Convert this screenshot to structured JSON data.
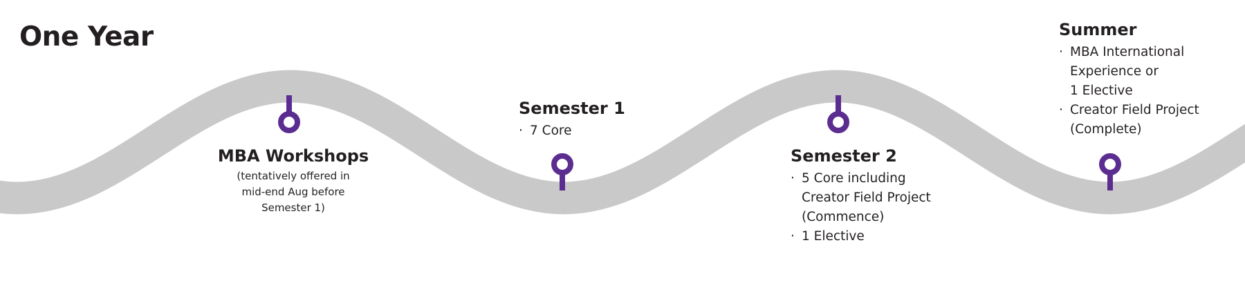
{
  "page": {
    "title": "One Year"
  },
  "style": {
    "path_color": "#c9c9c9",
    "marker_color": "#5b2d90",
    "text_color": "#231f20"
  },
  "bullet_char": "·",
  "milestones": [
    {
      "title": "MBA Workshops",
      "subtitle_lines": [
        "(tentatively offered in",
        "mid-end Aug before",
        "Semester 1)"
      ],
      "marker_position": "hanging-below-path-peak"
    },
    {
      "title": "Semester 1",
      "bullets": [
        {
          "lines": [
            "7 Core"
          ]
        }
      ],
      "marker_position": "standing-above-path-valley"
    },
    {
      "title": "Semester 2",
      "bullets": [
        {
          "lines": [
            "5 Core including",
            "Creator Field Project",
            "(Commence)"
          ]
        },
        {
          "lines": [
            "1 Elective"
          ]
        }
      ],
      "marker_position": "hanging-below-path-peak"
    },
    {
      "title": "Summer",
      "bullets": [
        {
          "lines": [
            "MBA International",
            "Experience or",
            "1 Elective"
          ]
        },
        {
          "lines": [
            "Creator Field Project",
            "(Complete)"
          ]
        }
      ],
      "marker_position": "standing-above-path-valley"
    }
  ]
}
